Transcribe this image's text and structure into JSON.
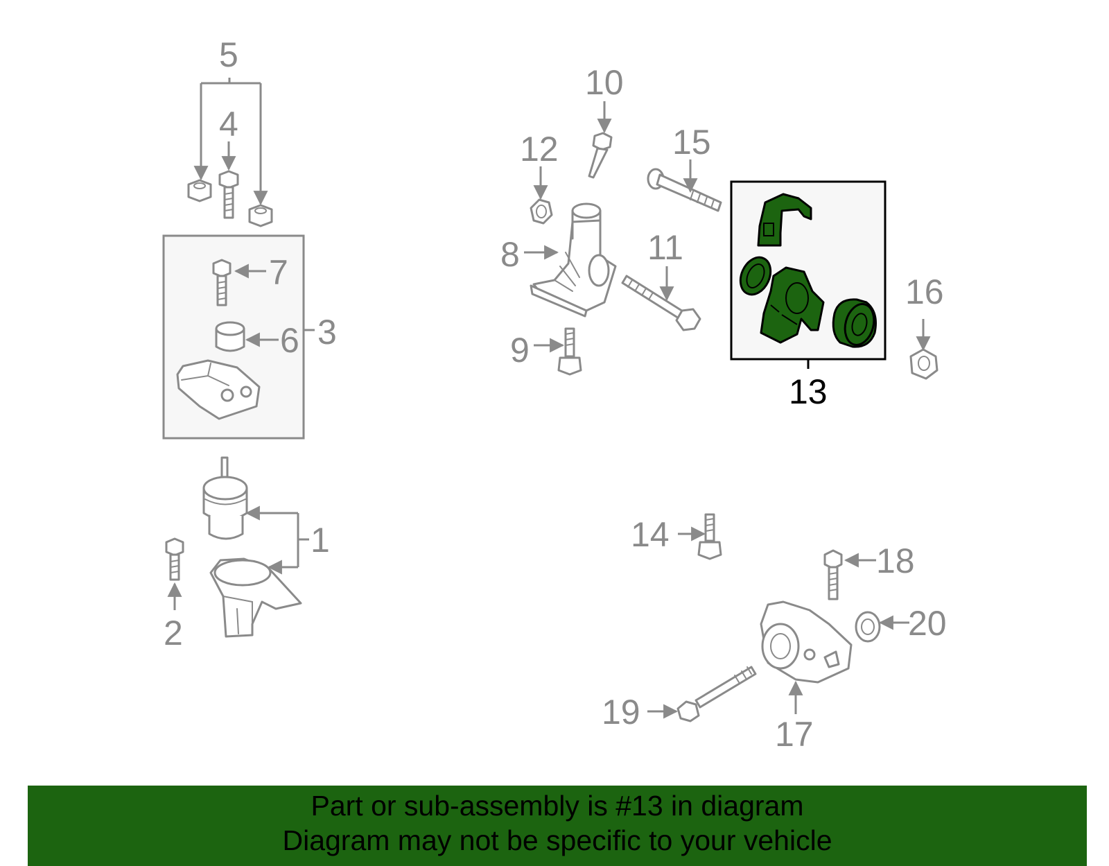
{
  "colors": {
    "highlight": "#1c6410",
    "part_stroke": "#8a8a8a",
    "banner_bg": "#1c6410"
  },
  "callouts": {
    "c1": "1",
    "c2": "2",
    "c3": "3",
    "c4": "4",
    "c5": "5",
    "c6": "6",
    "c7": "7",
    "c8": "8",
    "c9": "9",
    "c10": "10",
    "c11": "11",
    "c12": "12",
    "c13": "13",
    "c14": "14",
    "c15": "15",
    "c16": "16",
    "c17": "17",
    "c18": "18",
    "c19": "19",
    "c20": "20"
  },
  "highlighted_part": "13",
  "banner": {
    "line1": "Part or sub-assembly is #13 in diagram",
    "line2": "Diagram may not be specific to your vehicle"
  }
}
